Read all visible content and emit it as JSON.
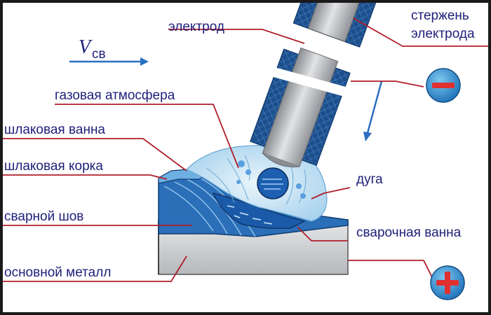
{
  "velocity": {
    "symbol": "V",
    "subscript": "св"
  },
  "labels": {
    "electrode": "электрод",
    "rod_line1": "стержень",
    "rod_line2": "электрода",
    "gas_atmosphere": "газовая атмосфера",
    "slag_bath": "шлаковая ванна",
    "slag_crust": "шлаковая корка",
    "weld_seam": "сварной шов",
    "base_metal": "основной металл",
    "arc": "дуга",
    "weld_pool": "сварочная ванна"
  },
  "polarity": {
    "negative": "−",
    "positive": "+"
  },
  "colors": {
    "frame": "#1a1a1a",
    "label_text": "#1f1f7a",
    "leader_lines": "#b01e2b",
    "electrode_sleeve": "#1d4f8c",
    "electrode_rod": "#b9bbbf",
    "gas_cloud": "#d6ebf7",
    "slag": "#2a7bc8",
    "weld_pool": "#1a5aa8",
    "base_metal": "#d0d2d5",
    "arrows": "#2a6fc0",
    "terminal": "#2a8fd0",
    "terminal_mark": "#e03030"
  },
  "icons": [
    "arrow-right-icon",
    "arrow-down-icon",
    "minus-terminal-icon",
    "plus-terminal-icon"
  ]
}
